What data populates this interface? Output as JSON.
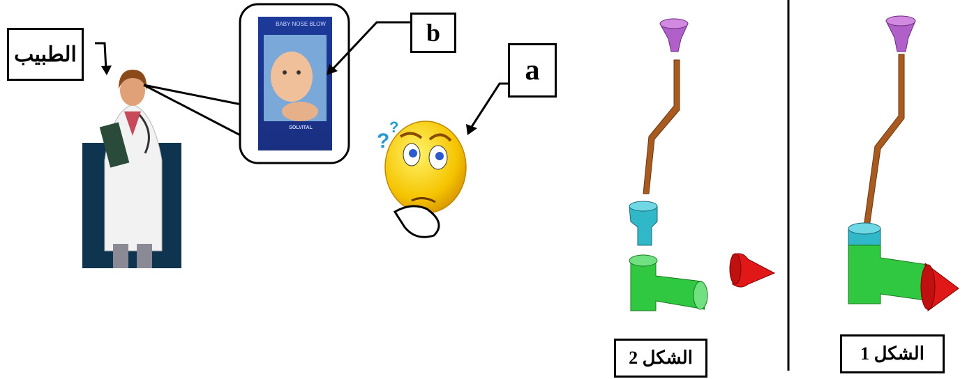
{
  "labels": {
    "doctor": "الطبيب",
    "b": "b",
    "a": "a",
    "figure2": "الشكل 2",
    "figure1": "الشكل 1"
  },
  "poster": {
    "top_text": "BABY NOSE BLOW",
    "bottom_text": "SOLVITAL"
  },
  "colors": {
    "funnel": "#b060c8",
    "tube": "#a85a20",
    "connector": "#30b8c8",
    "body": "#30c840",
    "tip": "#e01818",
    "doctor_bg": "#0e3450"
  }
}
